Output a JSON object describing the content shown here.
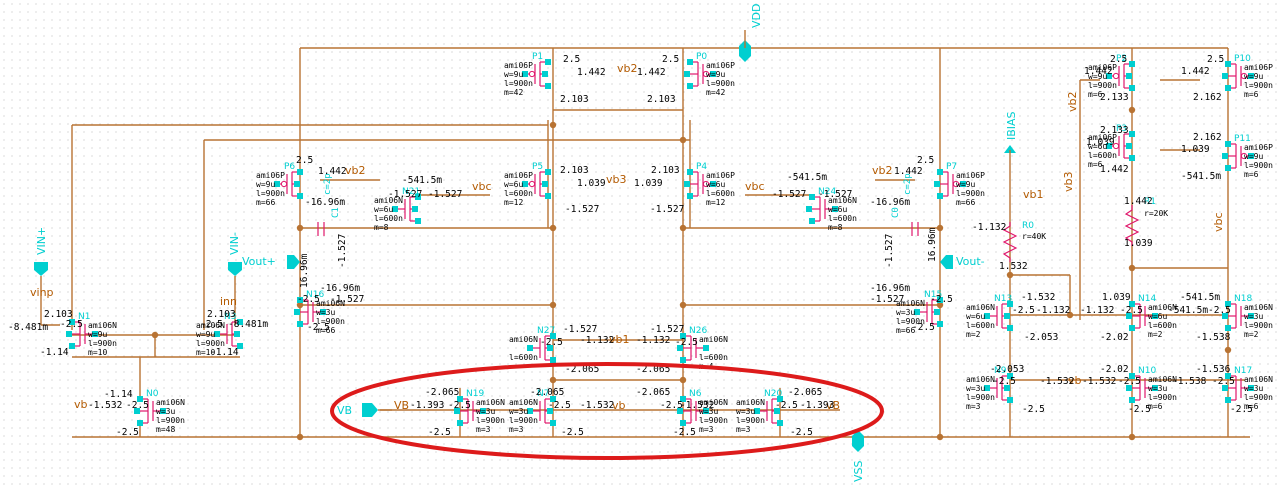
{
  "colors": {
    "wire": "#b87333",
    "device": "#e0186c",
    "pin": "#00cfd0",
    "net": "#b35a00",
    "highlight": "#dd1b1b"
  },
  "ports": {
    "vdd": "VDD",
    "vss": "VSS",
    "ibias": "IBIAS",
    "vinp": "VIN+",
    "vinn": "VIN-",
    "voutp": "Vout+",
    "voutn": "Vout-",
    "vb": "VB"
  },
  "nets": {
    "vb2": "vb2",
    "vb3": "vb3",
    "vbc": "vbc",
    "vb1": "vb1",
    "vinp": "vinp",
    "vinn": "inn",
    "vb": "vb",
    "vB": "vB"
  },
  "devices": {
    "P1": {
      "name": "P1",
      "model": "ami06P",
      "w": "w=9u",
      "l": "l=900n",
      "m": "m=42"
    },
    "P0": {
      "name": "P0",
      "model": "ami06P",
      "w": "w=9u",
      "l": "l=900n",
      "m": "m=42"
    },
    "P5": {
      "name": "P5",
      "model": "ami06P",
      "w": "w=6u",
      "l": "l=600n",
      "m": "m=12"
    },
    "P4": {
      "name": "P4",
      "model": "ami06P",
      "w": "w=6u",
      "l": "l=600n",
      "m": "m=12"
    },
    "P6": {
      "name": "P6",
      "model": "ami06P",
      "w": "w=9u",
      "l": "l=900n",
      "m": "m=66"
    },
    "P7": {
      "name": "P7",
      "model": "ami06P",
      "w": "w=9u",
      "l": "l=900n",
      "m": "m=66"
    },
    "P2": {
      "name": "P2",
      "model": "ami06P",
      "w": "w=9u",
      "l": "l=900n",
      "m": "m=6"
    },
    "P10": {
      "name": "P10",
      "model": "ami06P",
      "w": "w=9u",
      "l": "l=900n",
      "m": "m=6"
    },
    "P3": {
      "name": "P3",
      "model": "ami06P",
      "w": "w=6u",
      "l": "l=600n",
      "m": "m=6"
    },
    "P11": {
      "name": "P11",
      "model": "ami06P",
      "w": "w=9u",
      "l": "l=900n",
      "m": "m=6"
    },
    "N1": {
      "name": "N1",
      "model": "ami06N",
      "w": "w=9u",
      "l": "l=900n",
      "m": "m=10"
    },
    "N3": {
      "name": "N3",
      "model": "ami06N",
      "w": "w=9u",
      "l": "l=900n",
      "m": "m=10"
    },
    "N0": {
      "name": "N0",
      "model": "ami06N",
      "w": "w=3u",
      "l": "l=900n",
      "m": "m=48"
    },
    "N16": {
      "name": "N16",
      "model": "ami06N",
      "w": "w=3u",
      "l": "l=900n",
      "m": "m=66"
    },
    "N15": {
      "name": "N15",
      "model": "ami06N",
      "w": "w=3u",
      "l": "l=900n",
      "m": "m=66"
    },
    "N21": {
      "name": "N21",
      "model": "ami06N",
      "w": "w=6u",
      "l": "l=600n",
      "m": "m=8"
    },
    "N24": {
      "name": "N24",
      "model": "ami06N",
      "w": "w=6u",
      "l": "l=600n",
      "m": "m=8"
    },
    "N27": {
      "name": "N27",
      "model": "ami06N",
      "w": "",
      "l": "l=600n",
      "m": ""
    },
    "N26": {
      "name": "N26",
      "model": "ami06N",
      "w": "",
      "l": "l=600n",
      "m": "m=4"
    },
    "N19": {
      "name": "N19",
      "model": "ami06N",
      "w": "w=3u",
      "l": "l=900n",
      "m": "m=3"
    },
    "N7": {
      "name": "N7",
      "model": "ami06N",
      "w": "w=3u",
      "l": "l=900n",
      "m": "m=3"
    },
    "N6": {
      "name": "N6",
      "model": "ami06N",
      "w": "w=3u",
      "l": "l=900n",
      "m": "m=3"
    },
    "N20": {
      "name": "N20",
      "model": "ami06N",
      "w": "w=3u",
      "l": "l=900n",
      "m": "m=3"
    },
    "N13": {
      "name": "N13",
      "model": "ami06N",
      "w": "w=6u",
      "l": "l=600n",
      "m": "m=2"
    },
    "N14": {
      "name": "N14",
      "model": "ami06N",
      "w": "w=6u",
      "l": "l=600n",
      "m": "m=2"
    },
    "N18": {
      "name": "N18",
      "model": "ami06N",
      "w": "w=3u",
      "l": "l=900n",
      "m": "m=2"
    },
    "N9": {
      "name": "N9",
      "model": "ami06N",
      "w": "w=3u",
      "l": "l=900n",
      "m": "m=3"
    },
    "N10": {
      "name": "N10",
      "model": "ami06N",
      "w": "w=3u",
      "l": "l=900n",
      "m": "m=6"
    },
    "N17": {
      "name": "N17",
      "model": "ami06N",
      "w": "w=3u",
      "l": "l=900n",
      "m": "m=6"
    }
  },
  "resistors": {
    "R0": {
      "name": "R0",
      "value": "r=40K"
    },
    "R1": {
      "name": "R1",
      "value": "r=20K"
    }
  },
  "caps": {
    "C1": "C1",
    "C0": "C0",
    "c2p": "c=2p"
  },
  "values": {
    "v2_5": "2.5",
    "v2_5n": "-2.5",
    "v1_442": "1.442",
    "v2_103": "2.103",
    "v1_039": "1.039",
    "v1_527n": "-1.527",
    "v16_96mn": "-16.96m",
    "v16_96m": "16.96m",
    "v541_5mn": "-541.5m",
    "v2_065n": "-2.065",
    "v1_532n": "-1.532",
    "v1_132n": "-1.132",
    "v8_481mn": "-8.481m",
    "v1_14n": "-1.14",
    "v1_393n": "-1.393",
    "v2_133": "2.133",
    "v2_162": "2.162",
    "v2_053n": "-2.053",
    "v2_02n": "-2.02",
    "v1_538n": "-1.538",
    "v1_536n": "-1.536",
    "v1_532": "1.532"
  }
}
